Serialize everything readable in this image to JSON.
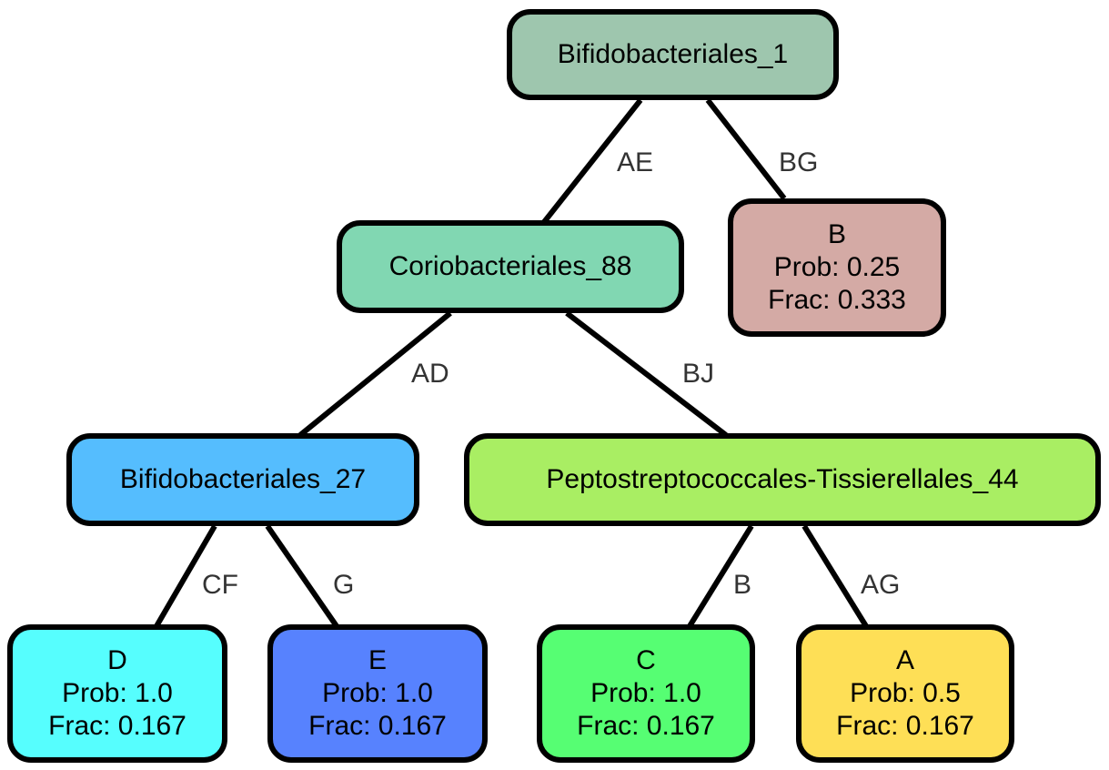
{
  "nodes": {
    "root": {
      "title": "Bifidobacteriales_1",
      "color": "#9ec6ae"
    },
    "corio": {
      "title": "Coriobacteriales_88",
      "color": "#81d7b2"
    },
    "leafB": {
      "title": "B",
      "prob": "Prob: 0.25",
      "frac": "Frac: 0.333",
      "color": "#d4aaa5"
    },
    "bifido27": {
      "title": "Bifidobacteriales_27",
      "color": "#55bdfe"
    },
    "pepto": {
      "title": "Peptostreptococcales-Tissierellales_44",
      "color": "#a9ee63"
    },
    "leafD": {
      "title": "D",
      "prob": "Prob: 1.0",
      "frac": "Frac: 0.167",
      "color": "#56fefe"
    },
    "leafE": {
      "title": "E",
      "prob": "Prob: 1.0",
      "frac": "Frac: 0.167",
      "color": "#5782fe"
    },
    "leafC": {
      "title": "C",
      "prob": "Prob: 1.0",
      "frac": "Frac: 0.167",
      "color": "#56fe73"
    },
    "leafA": {
      "title": "A",
      "prob": "Prob: 0.5",
      "frac": "Frac: 0.167",
      "color": "#fedf56"
    }
  },
  "edges": {
    "root_corio": "AE",
    "root_b": "BG",
    "corio_bifido": "AD",
    "corio_pepto": "BJ",
    "bifido_d": "CF",
    "bifido_e": "G",
    "pepto_c": "B",
    "pepto_a": "AG"
  }
}
